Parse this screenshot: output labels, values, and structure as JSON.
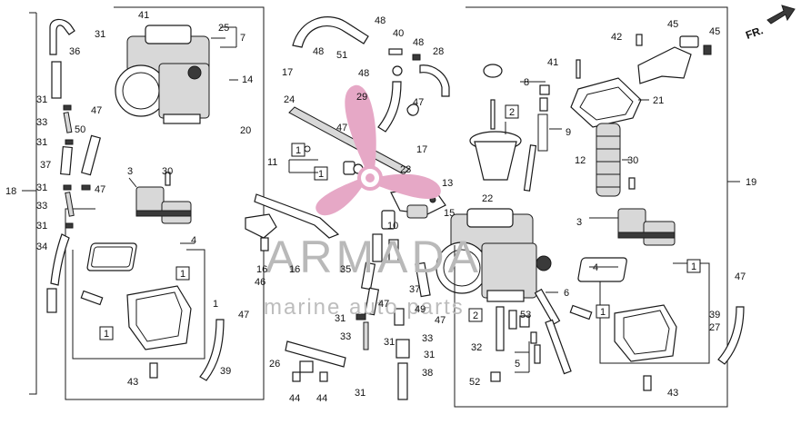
{
  "diagram": {
    "watermark": {
      "brand": "ARMADA",
      "tagline": "marine auto parts"
    },
    "direction_label": "FR.",
    "callouts": {
      "n1": "1",
      "n2": "2",
      "n3": "3",
      "n4": "4",
      "n5": "5",
      "n6": "6",
      "n7": "7",
      "n8": "8",
      "n9": "9",
      "n10": "10",
      "n11": "11",
      "n12": "12",
      "n13": "13",
      "n14": "14",
      "n15": "15",
      "n16": "16",
      "n17": "17",
      "n18": "18",
      "n19": "19",
      "n20": "20",
      "n21": "21",
      "n22": "22",
      "n23": "23",
      "n24": "24",
      "n25": "25",
      "n26": "26",
      "n27": "27",
      "n28": "28",
      "n29": "29",
      "n30": "30",
      "n31": "31",
      "n32": "32",
      "n33": "33",
      "n34": "34",
      "n35": "35",
      "n36": "36",
      "n37": "37",
      "n38": "38",
      "n39": "39",
      "n40": "40",
      "n41": "41",
      "n42": "42",
      "n43": "43",
      "n44": "44",
      "n45": "45",
      "n46": "46",
      "n47": "47",
      "n48": "48",
      "n49": "49",
      "n50": "50",
      "n51": "51",
      "n52": "52",
      "n53": "53"
    }
  }
}
